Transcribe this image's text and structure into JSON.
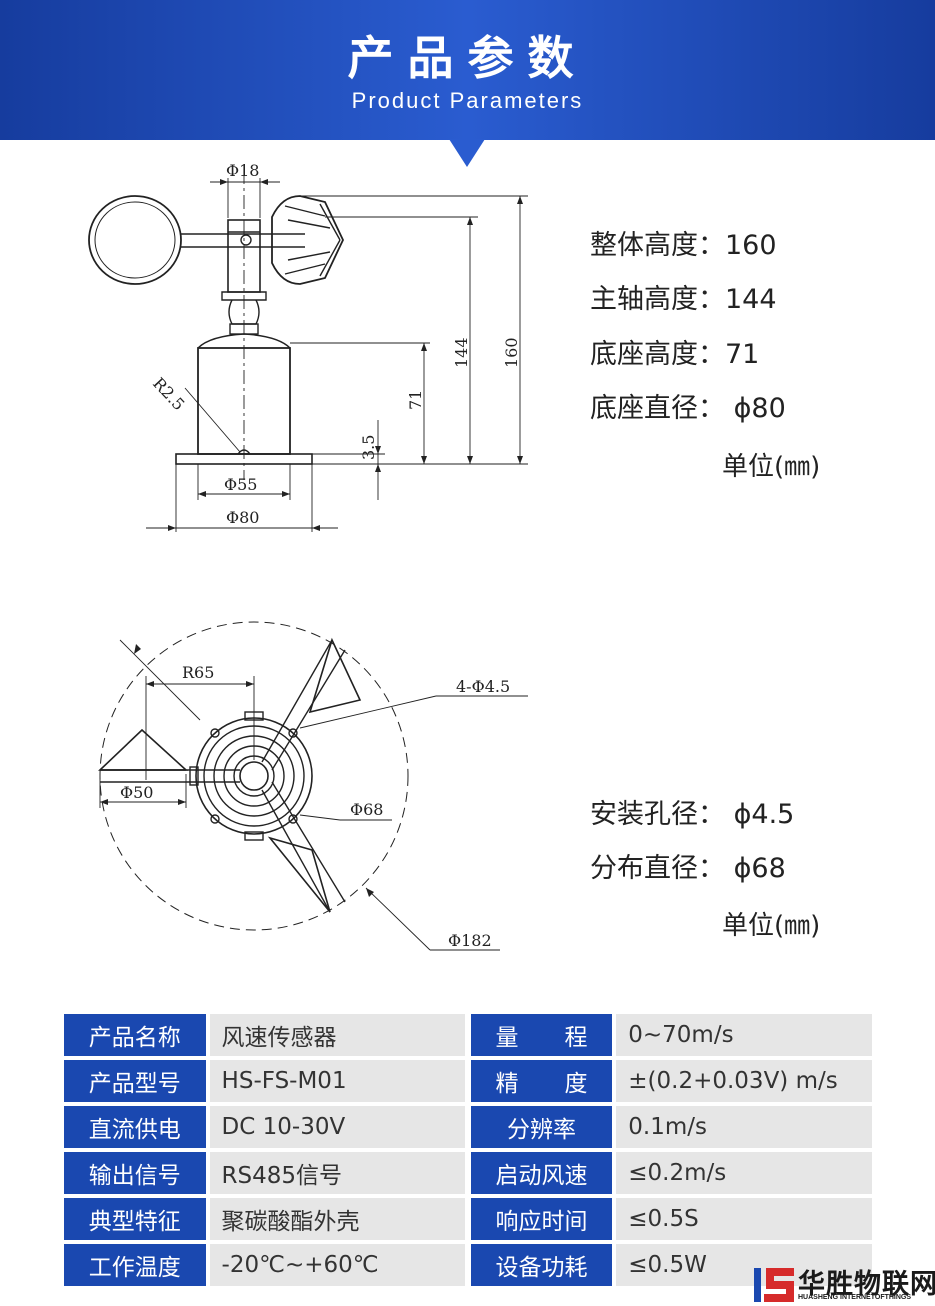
{
  "header": {
    "title": "产品参数",
    "subtitle": "Product Parameters"
  },
  "drawing_top": {
    "labels": {
      "d18": "Φ18",
      "h144": "144",
      "h160": "160",
      "h71": "71",
      "h35": "3.5",
      "r25": "R2.5",
      "d55": "Φ55",
      "d80": "Φ80"
    },
    "specs": [
      "整体高度：160",
      "主轴高度：144",
      "底座高度：71",
      "底座直径：  ϕ80"
    ],
    "unit": "单位(㎜)"
  },
  "drawing_bottom": {
    "labels": {
      "r65": "R65",
      "hole": "4-Φ4.5",
      "d68": "Φ68",
      "d50": "Φ50",
      "d182": "Φ182"
    },
    "specs": [
      "安装孔径：  ϕ4.5",
      "分布直径：  ϕ68"
    ],
    "unit": "单位(㎜)"
  },
  "table": {
    "rows": [
      {
        "l1": "产品名称",
        "v1": "风速传感器",
        "l2": "量　　程",
        "v2": "0~70m/s"
      },
      {
        "l1": "产品型号",
        "v1": "HS-FS-M01",
        "l2": "精　　度",
        "v2": "±(0.2+0.03V)  m/s"
      },
      {
        "l1": "直流供电",
        "v1": "DC 10-30V",
        "l2": "分辨率",
        "v2": "0.1m/s"
      },
      {
        "l1": "输出信号",
        "v1": "RS485信号",
        "l2": "启动风速",
        "v2": "≤0.2m/s"
      },
      {
        "l1": "典型特征",
        "v1": "聚碳酸酯外壳",
        "l2": "响应时间",
        "v2": "≤0.5S"
      },
      {
        "l1": "工作温度",
        "v1": "-20℃~+60℃",
        "l2": "设备功耗",
        "v2": "≤0.5W"
      }
    ]
  },
  "logo": {
    "name": "华胜物联网",
    "tagline": "HUASHENG INTERNETOFTHINGS",
    "colors": {
      "red": "#d62b2b",
      "blue": "#1a48b0"
    }
  }
}
